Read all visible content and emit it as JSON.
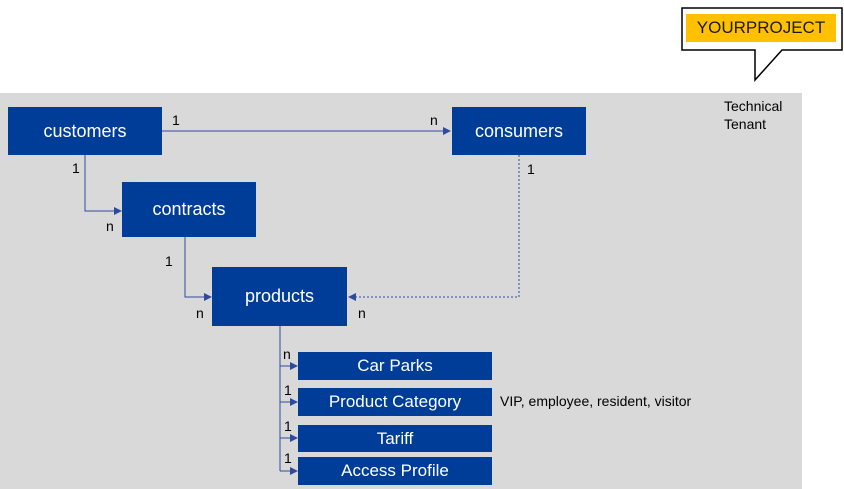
{
  "callout": {
    "text": "YOURPROJECT"
  },
  "tenant": {
    "line1": "Technical",
    "line2": "Tenant"
  },
  "entities": {
    "customers": "customers",
    "consumers": "consumers",
    "contracts": "contracts",
    "products": "products",
    "car_parks": "Car Parks",
    "product_category": "Product Category",
    "tariff": "Tariff",
    "access_profile": "Access Profile"
  },
  "cardinality": {
    "customers_consumers_from": "1",
    "customers_consumers_to": "n",
    "customers_contracts_from": "1",
    "customers_contracts_to": "n",
    "consumers_products_from": "1",
    "consumers_products_to": "n",
    "contracts_products_from": "1",
    "contracts_products_to": "n",
    "products_car_parks": "n",
    "products_product_category": "1",
    "products_tariff": "1",
    "products_access_profile": "1"
  },
  "product_category_note": "VIP, employee,  resident,  visitor",
  "colors": {
    "box_fill": "#003d99",
    "tenant_background": "#d9d9d9",
    "callout_fill": "#ffc000",
    "connector": "#2e4a9e"
  }
}
